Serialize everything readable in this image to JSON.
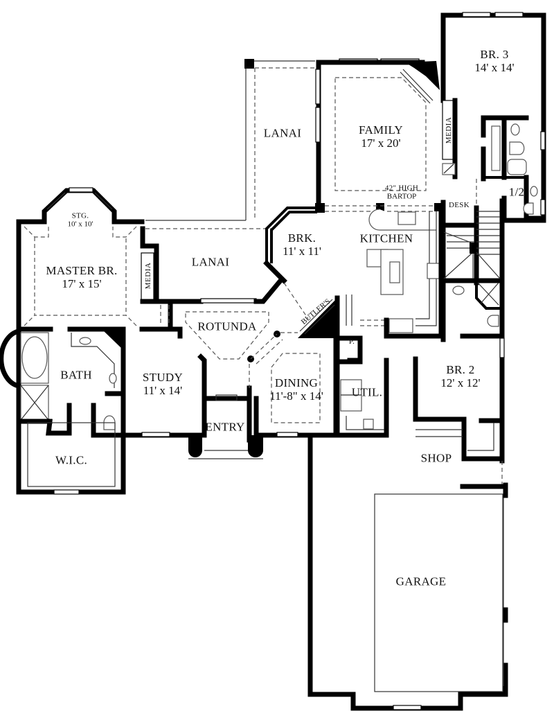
{
  "plan": {
    "type": "floor plan",
    "rooms": {
      "br3": {
        "name": "BR. 3",
        "dims": "14' x 14'"
      },
      "family": {
        "name": "FAMILY",
        "dims": "17' x 20'"
      },
      "lanai_top": {
        "name": "LANAI"
      },
      "lanai_mid": {
        "name": "LANAI"
      },
      "stg": {
        "name": "STG.",
        "dims": "10' x 10'"
      },
      "master": {
        "name": "MASTER BR.",
        "dims": "17' x 15'"
      },
      "media_master": {
        "name": "MEDIA"
      },
      "media_family": {
        "name": "MEDIA"
      },
      "brk": {
        "name": "BRK.",
        "dims": "11' x 11'"
      },
      "kitchen": {
        "name": "KITCHEN"
      },
      "bartop": {
        "line1": "42\" HIGH",
        "line2": "BARTOP"
      },
      "desk": {
        "name": "DESK"
      },
      "half_bath": {
        "name": "1/2"
      },
      "rotunda": {
        "name": "ROTUNDA"
      },
      "butlers": {
        "name": "BUTLER'S"
      },
      "bath": {
        "name": "BATH"
      },
      "study": {
        "name": "STUDY",
        "dims": "11' x 14'"
      },
      "dining": {
        "name": "DINING",
        "dims": "11'-8\" x 14'"
      },
      "pantry": {
        "name": "P."
      },
      "util": {
        "name": "UTIL."
      },
      "br2": {
        "name": "BR. 2",
        "dims": "12' x 12'"
      },
      "entry": {
        "name": "ENTRY"
      },
      "wic": {
        "name": "W.I.C."
      },
      "shop": {
        "name": "SHOP"
      },
      "garage": {
        "name": "GARAGE"
      }
    },
    "colors": {
      "wall": "#000000",
      "background": "#ffffff",
      "dashed": "#555555"
    }
  }
}
